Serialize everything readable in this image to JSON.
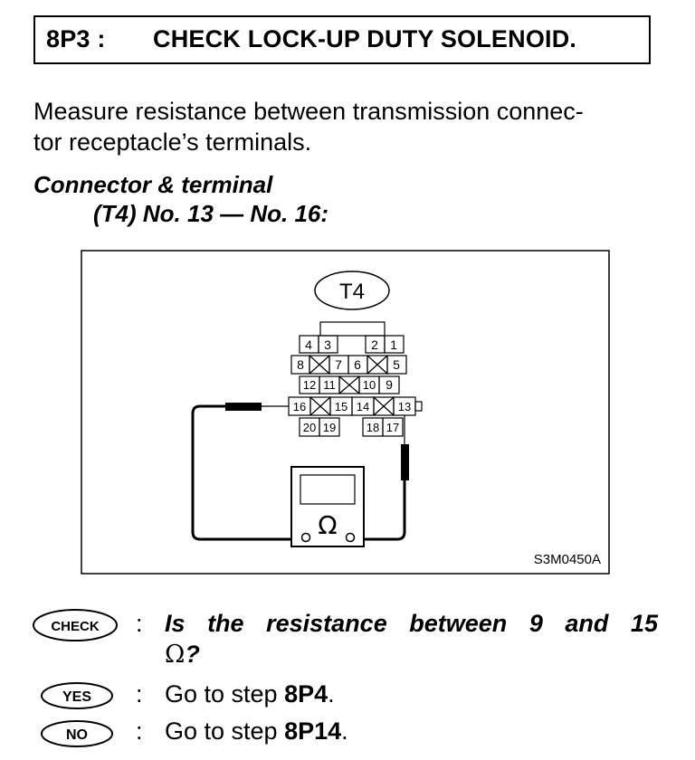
{
  "step": {
    "number": "8P3 :",
    "title": "CHECK LOCK-UP DUTY SOLENOID."
  },
  "instruction": "Measure resistance between transmission connec- tor receptacle's terminals.",
  "instruction_lines": [
    "Measure resistance between transmission connec-",
    "tor receptacle’s terminals."
  ],
  "connector": {
    "heading": "Connector & terminal",
    "detail": "(T4) No. 13 — No. 16:"
  },
  "figure": {
    "connector_label": "T4",
    "terminals_row1": [
      "4",
      "3",
      "2",
      "1"
    ],
    "terminals_row2": [
      "8",
      "7",
      "6",
      "5"
    ],
    "terminals_row3": [
      "12",
      "11",
      "10",
      "9"
    ],
    "terminals_row4": [
      "16",
      "15",
      "14",
      "13"
    ],
    "terminals_row5": [
      "20",
      "19",
      "18",
      "17"
    ],
    "meter_symbol": "Ω",
    "figure_code": "S3M0450A"
  },
  "check": {
    "check_badge": "CHECK",
    "question_main": "Is the resistance between 9 and 15",
    "question_unit": "Ω",
    "question_mark": "?",
    "yes_badge": "YES",
    "yes_text": "Go to step ",
    "yes_step": "8P4",
    "yes_period": ".",
    "no_badge": "NO",
    "no_text": "Go to step ",
    "no_step": "8P14",
    "no_period": ".",
    "colon": ":"
  }
}
